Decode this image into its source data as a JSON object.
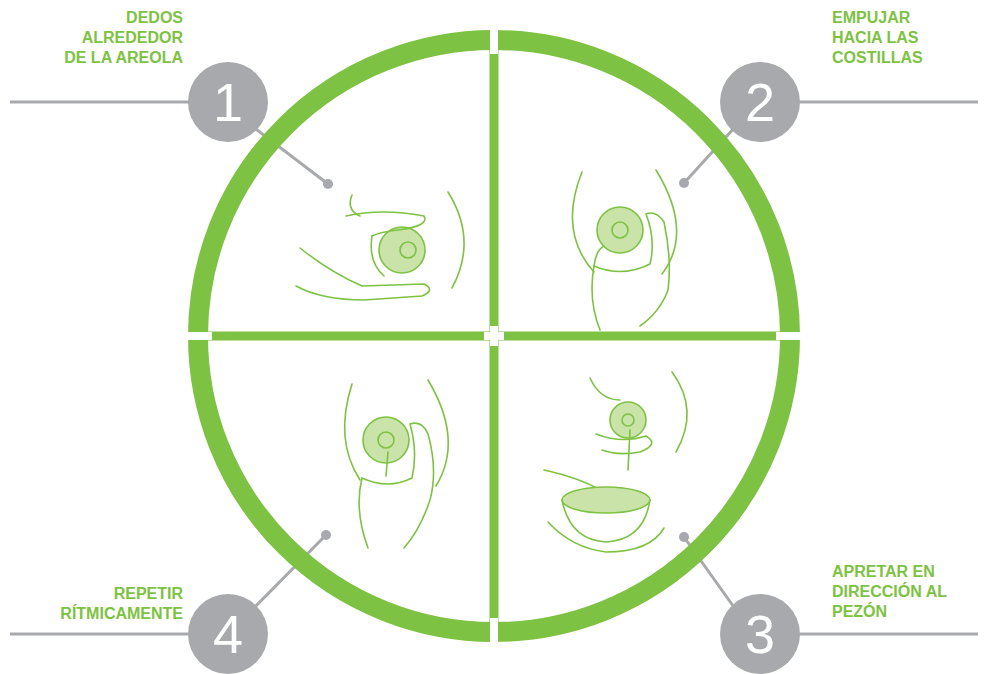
{
  "diagram": {
    "nodes": [
      {
        "text": [
          "1"
        ]
      },
      {
        "text": [
          "2"
        ]
      },
      {
        "text": [
          "3"
        ]
      },
      {
        "text": [
          "4"
        ]
      }
    ],
    "labels": [
      "DEDOS ALREDEDOR DE LA AREOLA",
      "EMPUJAR HACIA LAS COSTILLAS",
      "APRETAR EN DIRECCIÓN AL PEZÓN",
      "REPETIR RÍTMICAMENTE"
    ]
  }
}
